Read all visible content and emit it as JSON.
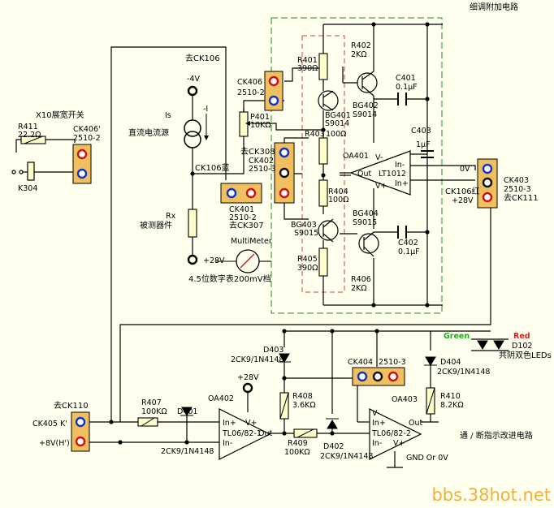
{
  "title": "细调附加电路",
  "section_label": "通 / 断指示改进电路",
  "watermark": "bbs.38hot.net",
  "colors": {
    "background": "#FFFFEE",
    "wire": "#000000",
    "connector_fill": "#F0C060",
    "pin_red": "#CC1111",
    "pin_blue": "#1133CC",
    "dashed_green": "#228822",
    "dashed_red": "#CC4444"
  },
  "labels": {
    "x10_switch": "X10展宽开关",
    "r411_name": "R411",
    "r411_val": "22.2Ω",
    "ck406p_name": "CK406'",
    "ck406p_type": "2510-2",
    "k304": "K304",
    "goto_ck106": "去CK106",
    "neg4v": "-4V",
    "ck406_name": "CK406",
    "ck406_type": "2510-2",
    "is_label": "Is",
    "minus_i": "-I",
    "dc_source": "直流电流源",
    "ck106_blue": "CK106蓝",
    "p401_name": "P401",
    "p401_val": "10KΩ",
    "goto_ck308": "去CK308",
    "ck402_name": "CK402",
    "ck402_type": "2510-3",
    "ck401_name": "CK401",
    "ck401_type": "2510-2",
    "goto_ck307": "去CK307",
    "rx_label": "Rx",
    "dut": "被测器件",
    "plus28v_a": "+28V",
    "multimeter": "MultiMeter",
    "meter_note": "4.5位数字表200mV档",
    "r401_name": "R401",
    "r401_val": "390Ω",
    "r402_name": "R402",
    "r402_val": "2KΩ",
    "bg401_name": "BG401",
    "bg401_type": "S9014",
    "bg402_name": "BG402",
    "bg402_type": "S9014",
    "c401_name": "C401",
    "c401_val": "0.1µF",
    "r403_name": "R403",
    "r403_val": "100Ω",
    "c403_name": "C403",
    "c403_val": "1µF",
    "oa401": "OA401",
    "lt1012": "LT1012",
    "vminus": "V-",
    "vplus": "V+",
    "out": "Out",
    "in_minus": "In-",
    "in_plus": "In+",
    "r404_name": "R404",
    "r404_val": "100Ω",
    "bg403_name": "BG403",
    "bg403_type": "S9015",
    "bg404_name": "BG404",
    "bg404_type": "S9015",
    "c402_name": "C402",
    "c402_val": "0.1µF",
    "r405_name": "R405",
    "r405_val": "390Ω",
    "r406_name": "R406",
    "r406_val": "2KΩ",
    "zero_v": "0V",
    "ck106_red": "CK106红",
    "plus28v_b": "+28V",
    "ck403_name": "CK403",
    "ck403_type": "2510-3",
    "goto_ck111": "去CK111",
    "green": "Green",
    "red": "Red",
    "d102": "D102",
    "led_note": "共阴双色LEDs",
    "d403_name": "D403",
    "d403_type": "2CK9/1N4148",
    "ck404_name": "CK404",
    "ck404_type": "2510-3",
    "d404_name": "D404",
    "d404_type": "2CK9/1N4148",
    "plus28v_c": "+28V",
    "oa402": "OA402",
    "r408_name": "R408",
    "r408_val": "3.6KΩ",
    "r410_name": "R410",
    "r410_val": "8.2KΩ",
    "oa403": "OA403",
    "goto_ck110": "去CK110",
    "r407_name": "R407",
    "r407_val": "100KΩ",
    "d401_name": "D401",
    "d401_type": "2CK9/1N4148",
    "ck405": "CK405  K'",
    "plus8v": "+8V(H')",
    "tl06_a": "TL06/82-1",
    "tl06_b": "TL06/82-2",
    "r409_name": "R409",
    "r409_val": "100KΩ",
    "d402_name": "D402",
    "d402_type": "2CK9/1N4148",
    "gnd": "GND Or 0V"
  }
}
